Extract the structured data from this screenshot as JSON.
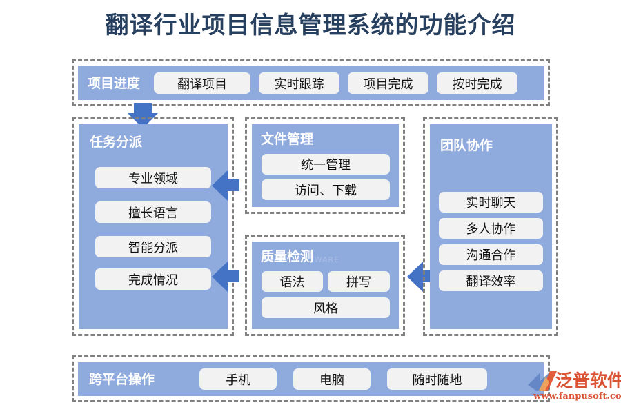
{
  "title": "翻译行业项目信息管理系统的功能介绍",
  "colors": {
    "title_navy": "#27405f",
    "panel_blue": "#8FAADC",
    "arrow_blue": "#4472C4",
    "chip_gray": "#F2F2F2",
    "dash_gray": "#808080",
    "logo_orange": "#d94a2b"
  },
  "progress": {
    "label": "项目进度",
    "chips": [
      "翻译项目",
      "实时跟踪",
      "项目完成",
      "按时完成"
    ]
  },
  "assignment": {
    "label": "任务分派",
    "chips": [
      "专业领域",
      "擅长语言",
      "智能分派",
      "完成情况"
    ]
  },
  "file_management": {
    "label": "文件管理",
    "chips": [
      "统一管理",
      "访问、下载"
    ]
  },
  "quality": {
    "label": "质量检测",
    "chips": [
      "语法",
      "拼写",
      "风格"
    ],
    "ghost_text": "FANPU SOFTWARE"
  },
  "team": {
    "label": "团队协作",
    "chips": [
      "实时聊天",
      "多人协作",
      "沟通合作",
      "翻译效率"
    ]
  },
  "cross_platform": {
    "label": "跨平台操作",
    "chips": [
      "手机",
      "电脑",
      "随时随地"
    ]
  },
  "watermark": {
    "brand": "泛普软件",
    "url": "www.fanpusoft.com"
  }
}
